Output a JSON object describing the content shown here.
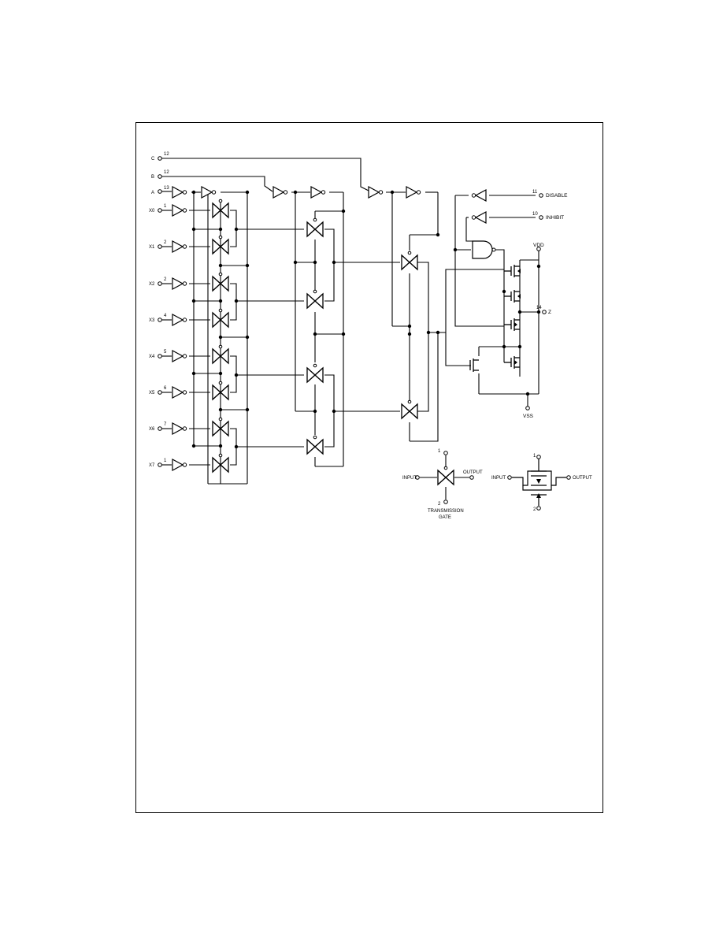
{
  "pins": {
    "c": {
      "name": "C",
      "num": "12"
    },
    "b": {
      "name": "B",
      "num": "12"
    },
    "a": {
      "name": "A",
      "num": "13"
    },
    "x0": {
      "name": "X0",
      "num": "1"
    },
    "x1": {
      "name": "X1",
      "num": "2"
    },
    "x2": {
      "name": "X2",
      "num": "2"
    },
    "x3": {
      "name": "X3",
      "num": "4"
    },
    "x4": {
      "name": "X4",
      "num": "5"
    },
    "x5": {
      "name": "X5",
      "num": "6"
    },
    "x6": {
      "name": "X6",
      "num": "7"
    },
    "x7": {
      "name": "X7",
      "num": "1"
    }
  },
  "controls": {
    "disable": {
      "name": "DISABLE",
      "num": "11"
    },
    "inhibit": {
      "name": "INHIBIT",
      "num": "10"
    }
  },
  "supplies": {
    "vdd": "VDD",
    "vss": "VSS",
    "out_num": "14",
    "out_name": "Z"
  },
  "legend": {
    "t1": "1",
    "t2": "2",
    "input": "INPUT",
    "output": "OUTPUT",
    "caption_line1": "TRANSMISSION",
    "caption_line2": "GATE",
    "eq_input": "INPUT",
    "eq_output": "OUTPUT",
    "eq_t1": "1",
    "eq_t2": "2"
  }
}
